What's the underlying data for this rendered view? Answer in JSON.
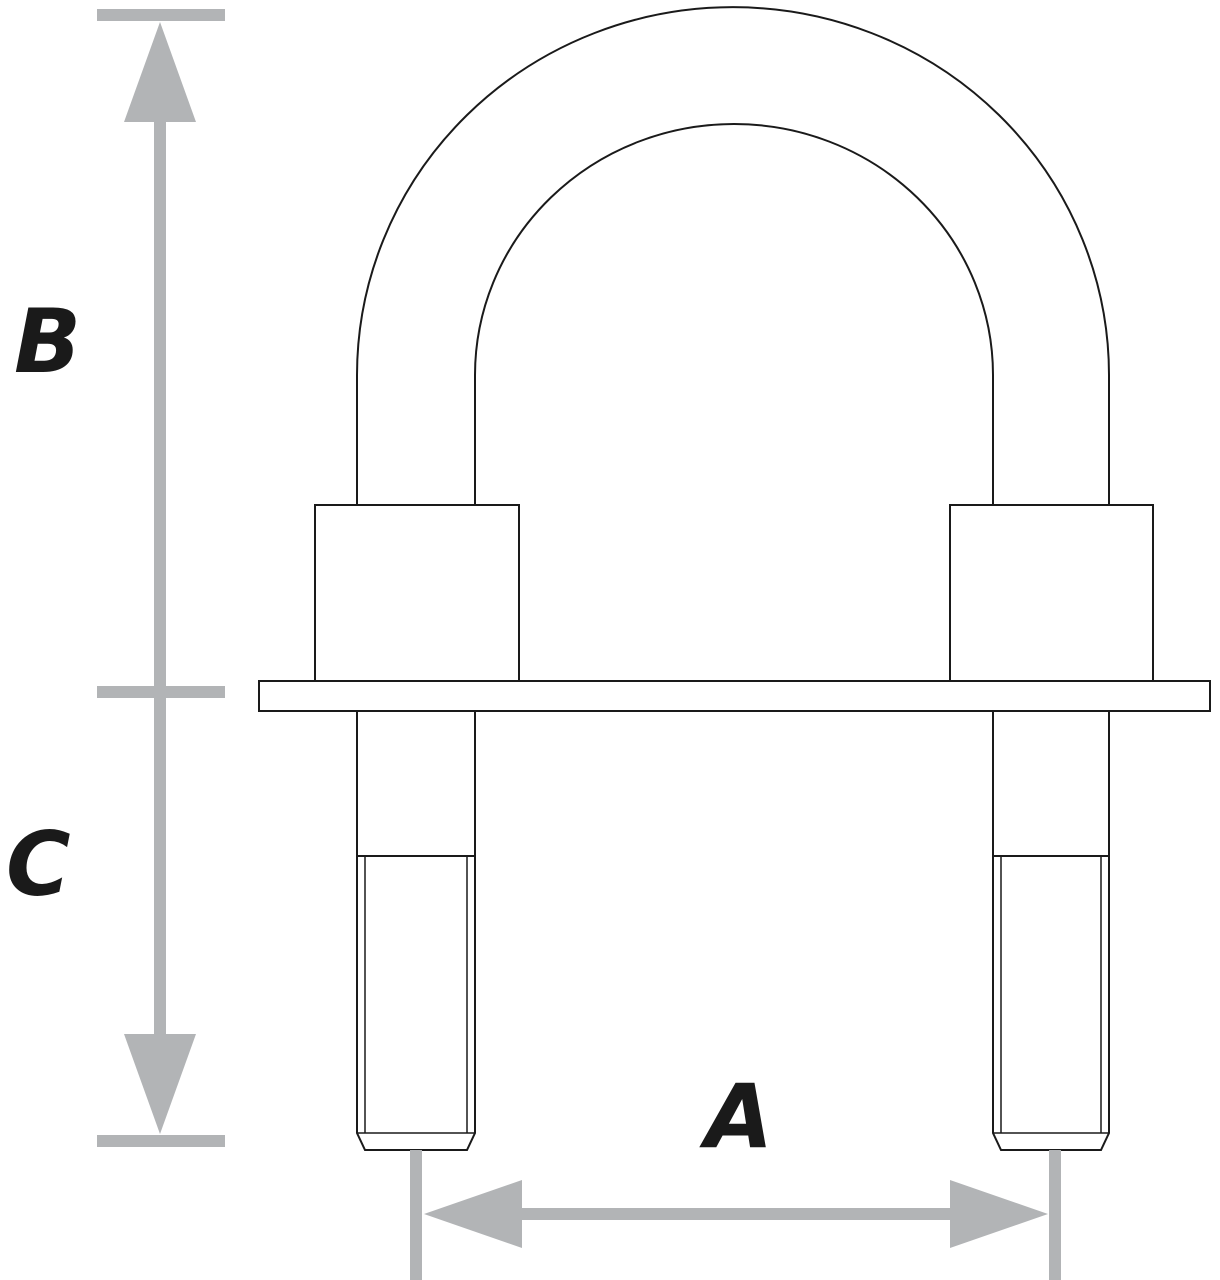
{
  "labels": {
    "a": "A",
    "b": "B",
    "c": "C"
  },
  "colors": {
    "dimension": "#b2b4b6",
    "outline": "#1a1a1a",
    "background": "#ffffff"
  }
}
